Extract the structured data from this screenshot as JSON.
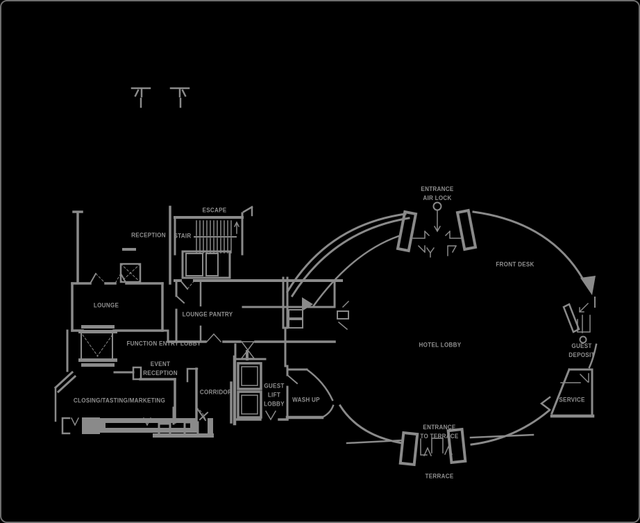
{
  "drawing": {
    "type": "architectural floor plan",
    "level": "hotel ground floor / lobby level"
  },
  "colors": {
    "background": "#000000",
    "line": "#8a8a8a",
    "text": "#8f8f8f",
    "border": "#6e6e6e"
  },
  "rooms": {
    "escape": "ESCAPE",
    "stair": "STAIR",
    "reception": "RECEPTION",
    "lounge": "LOUNGE",
    "lounge_pantry": "LOUNGE PANTRY",
    "function_entry_lobby": "FUNCTION ENTRY LOBBY",
    "event_reception_1": "EVENT",
    "event_reception_2": "RECEPTION",
    "closing_tasting_marketing": "CLOSING/TASTING/MARKETING",
    "corridor": "CORRIDOR",
    "guest_lift_lobby_1": "GUEST",
    "guest_lift_lobby_2": "LIFT",
    "guest_lift_lobby_3": "LOBBY",
    "wash_up": "WASH UP",
    "hotel_lobby": "HOTEL LOBBY",
    "entrance_air_lock_1": "ENTRANCE",
    "entrance_air_lock_2": "AIR LOCK",
    "front_desk": "FRONT DESK",
    "guest_deposit_1": "GUEST",
    "guest_deposit_2": "DEPOSIT",
    "service": "SERVICE",
    "entrance_to_terrace_1": "ENTRANCE",
    "entrance_to_terrace_2": "TO TERRACE",
    "terrace": "TERRACE"
  }
}
